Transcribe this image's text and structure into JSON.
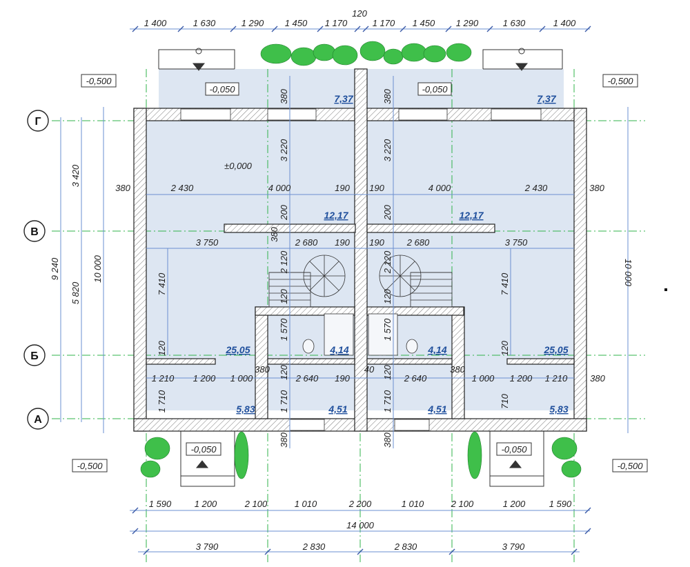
{
  "axes": [
    "Г",
    "В",
    "Б",
    "А"
  ],
  "top_dims": [
    "1 400",
    "1 630",
    "1 290",
    "1 450",
    "1 170",
    "120",
    "1 170",
    "1 450",
    "1 290",
    "1 630",
    "1 400"
  ],
  "levels": {
    "outer_left": "-0,500",
    "outer_right": "-0,500",
    "terrace_left": "-0,050",
    "terrace_right": "-0,050",
    "zero": "±0,000",
    "porch_left": "-0,050",
    "porch_right": "-0,050",
    "ground_left": "-0,500",
    "ground_right": "-0,500"
  },
  "areas": {
    "terrace_l": "7,37",
    "terrace_r": "7,37",
    "room_top_l": "12,17",
    "room_top_r": "12,17",
    "room_main_l": "25,05",
    "room_main_r": "25,05",
    "bath_l": "4,14",
    "bath_r": "4,14",
    "hall_l": "5,83",
    "hall_r": "5,83",
    "store_l": "4,51",
    "store_r": "4,51"
  },
  "left_dims": {
    "d3420": "3 420",
    "d5820": "5 820",
    "d9240": "9 240",
    "d10000": "10 000"
  },
  "right_dims": {
    "d10000": "10 000"
  },
  "inner_dims": {
    "d380a": "380",
    "d2430a": "2 430",
    "d4000a": "4 000",
    "d190a": "190",
    "d190b": "190",
    "d4000b": "4 000",
    "d2430b": "2 430",
    "d380b": "380",
    "d3750a": "3 750",
    "d2680a": "2 680",
    "d190c": "190",
    "d190d": "190",
    "d2680b": "2 680",
    "d3750b": "3 750",
    "d1210a": "1 210",
    "d1200a": "1 200",
    "d1000a": "1 000",
    "d380c": "380",
    "d2640a": "2 640",
    "d190e": "190",
    "d40": "40",
    "d2640b": "2 640",
    "d380d": "380",
    "d1000b": "1 000",
    "d1200b": "1 200",
    "d1210b": "1 210",
    "d380e": "380",
    "v380a": "380",
    "v3220a": "3 220",
    "v200a": "200",
    "v380b": "380",
    "v3220b": "3 220",
    "v200b": "200",
    "v7410a": "7 410",
    "v7410b": "7 410",
    "v1570a": "1 570",
    "v1570b": "1 570",
    "v120a": "120",
    "v120b": "120",
    "v120c": "120",
    "v120d": "120",
    "v1710a": "1 710",
    "v1710b": "1 710",
    "v710a": "1 710",
    "v710b": "710",
    "v380c": "380",
    "v380d": "380",
    "v2120a": "2 120",
    "v2120b": "2 120",
    "v120e": "120",
    "v120f": "120",
    "v380f": "380"
  },
  "bottom_dims1": [
    "1 590",
    "1 200",
    "2 100",
    "1 010",
    "2 200",
    "1 010",
    "2 100",
    "1 200",
    "1 590"
  ],
  "bottom_total": "14 000",
  "bottom_dims2": [
    "3 790",
    "2 830",
    "2 830",
    "3 790"
  ]
}
